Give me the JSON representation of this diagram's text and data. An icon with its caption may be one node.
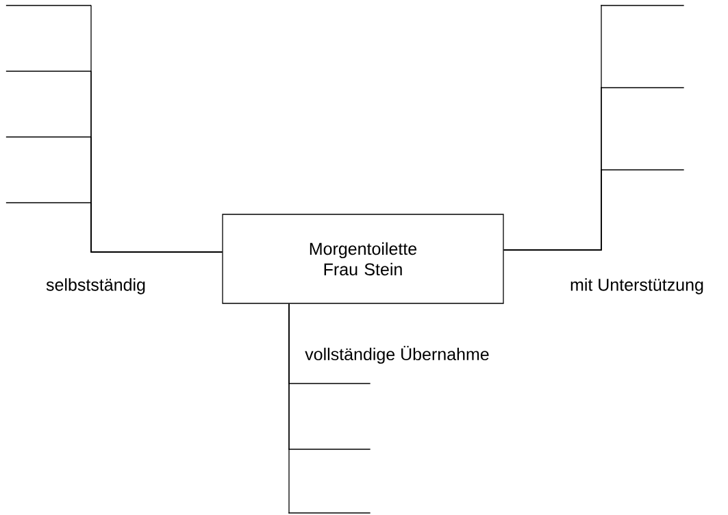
{
  "diagram": {
    "nodes": [
      {
        "text": [
          "Morgentoilette Frau Stein"
        ]
      },
      {
        "text": [],
        "shape": "line"
      },
      {
        "text": [],
        "shape": "line"
      },
      {
        "text": [],
        "shape": "line"
      },
      {
        "text": [],
        "shape": "line"
      },
      {
        "text": [],
        "shape": "line"
      },
      {
        "text": [],
        "shape": "line"
      },
      {
        "text": [],
        "shape": "line"
      },
      {
        "text": [],
        "shape": "line"
      },
      {
        "text": [],
        "shape": "line"
      },
      {
        "text": [],
        "shape": "line"
      }
    ],
    "edges": [
      {
        "from": 0,
        "to": 1,
        "arrow": "none"
      },
      {
        "from": 0,
        "to": 2,
        "arrow": "none"
      },
      {
        "from": 0,
        "to": 3,
        "arrow": "none"
      },
      {
        "from": 0,
        "to": 4,
        "arrow": "none"
      },
      {
        "from": 0,
        "to": 5,
        "arrow": "none"
      },
      {
        "from": 0,
        "to": 6,
        "arrow": "none"
      },
      {
        "from": 0,
        "to": 7,
        "arrow": "none"
      },
      {
        "from": 0,
        "to": 8,
        "arrow": "none"
      },
      {
        "from": 0,
        "to": 9,
        "arrow": "none"
      },
      {
        "from": 0,
        "to": 10,
        "arrow": "none"
      }
    ],
    "labels": [
      "selbstständig",
      "mit Unterstützung",
      "vollständige Übernahme"
    ]
  }
}
